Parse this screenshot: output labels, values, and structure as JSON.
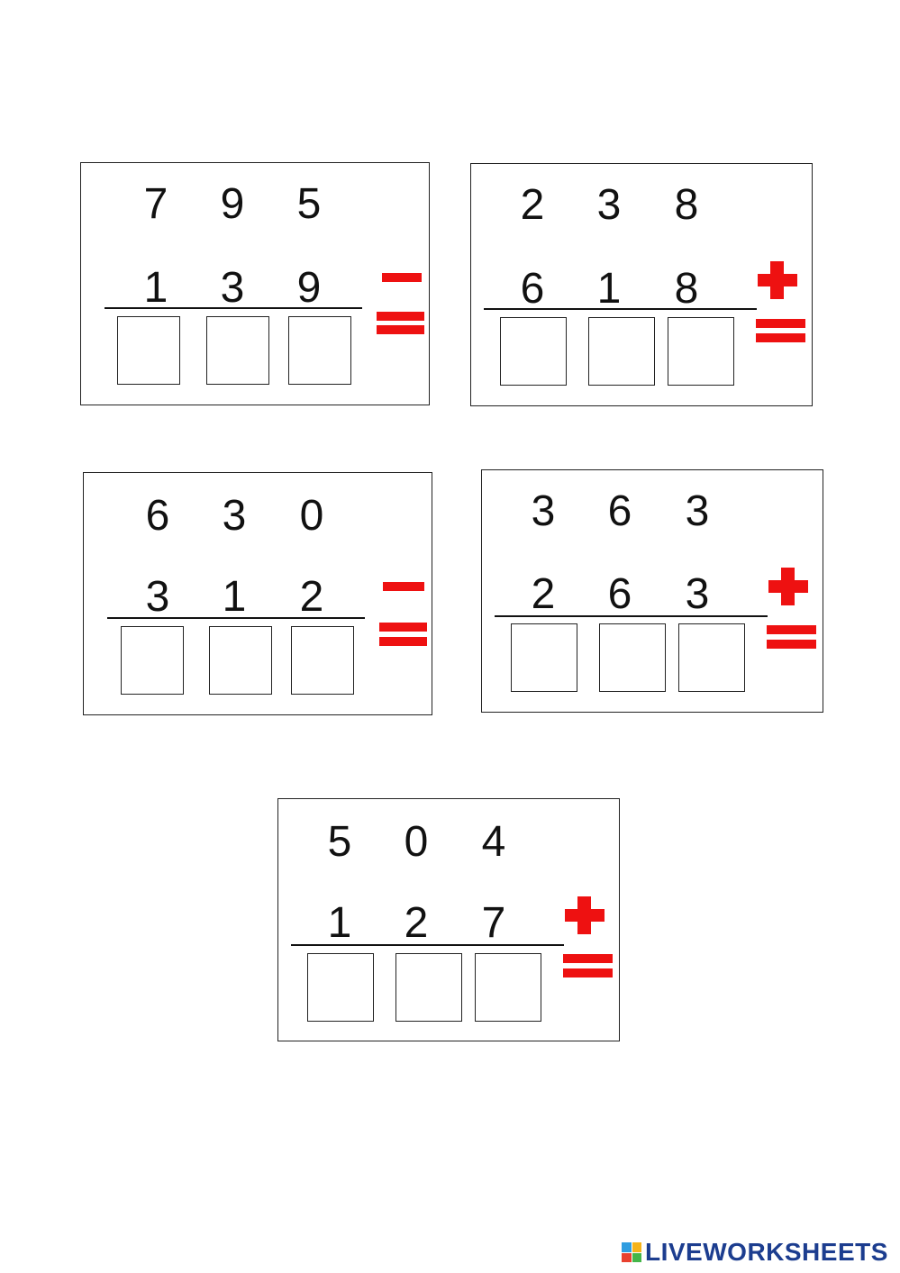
{
  "colors": {
    "operator": "#ee1111",
    "brand": "#1c3d8f",
    "brand_icon": [
      "#2f9de0",
      "#f5b31a",
      "#e8412f",
      "#45b649"
    ]
  },
  "cards": [
    {
      "top": [
        "7",
        "9",
        "5"
      ],
      "bottom": [
        "1",
        "3",
        "9"
      ],
      "operator": "minus",
      "answers": [
        "",
        "",
        ""
      ]
    },
    {
      "top": [
        "2",
        "3",
        "8"
      ],
      "bottom": [
        "6",
        "1",
        "8"
      ],
      "operator": "plus",
      "answers": [
        "",
        "",
        ""
      ]
    },
    {
      "top": [
        "6",
        "3",
        "0"
      ],
      "bottom": [
        "3",
        "1",
        "2"
      ],
      "operator": "minus",
      "answers": [
        "",
        "",
        ""
      ]
    },
    {
      "top": [
        "3",
        "6",
        "3"
      ],
      "bottom": [
        "2",
        "6",
        "3"
      ],
      "operator": "plus",
      "answers": [
        "",
        "",
        ""
      ]
    },
    {
      "top": [
        "5",
        "0",
        "4"
      ],
      "bottom": [
        "1",
        "2",
        "7"
      ],
      "operator": "plus",
      "answers": [
        "",
        "",
        ""
      ]
    }
  ],
  "brand": {
    "text": "LIVEWORKSHEETS",
    "icon": "liveworksheets-logo-icon"
  }
}
